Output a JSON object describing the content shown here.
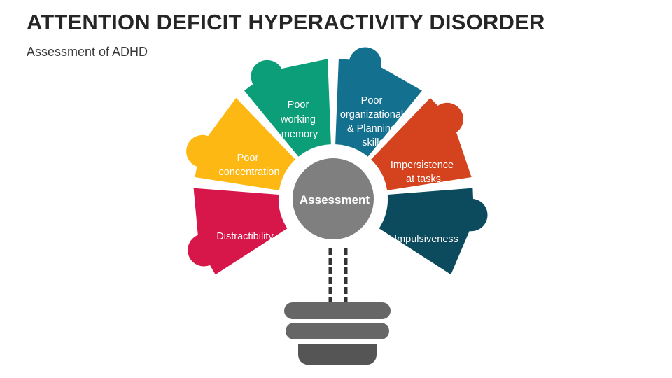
{
  "header": {
    "title": "ATTENTION DEFICIT HYPERACTIVITY DISORDER",
    "subtitle": "Assessment of ADHD"
  },
  "hub": {
    "label": "Assessment"
  },
  "segments": [
    {
      "lines": [
        "Distractibility"
      ],
      "color": "#D7164A"
    },
    {
      "lines": [
        "Poor",
        "concentration"
      ],
      "color": "#FDB813"
    },
    {
      "lines": [
        "Poor",
        "working",
        "memory"
      ],
      "color": "#0B9E78"
    },
    {
      "lines": [
        "Poor",
        "organizational",
        "& Planning",
        "skills"
      ],
      "color": "#13708F"
    },
    {
      "lines": [
        "Impersistence",
        "at tasks"
      ],
      "color": "#D4431E"
    },
    {
      "lines": [
        "Impulsiveness"
      ],
      "color": "#0C4A5E"
    }
  ],
  "colors": {
    "hub": "#7F7F7F",
    "bulb": "#666666",
    "title": "#262626"
  }
}
